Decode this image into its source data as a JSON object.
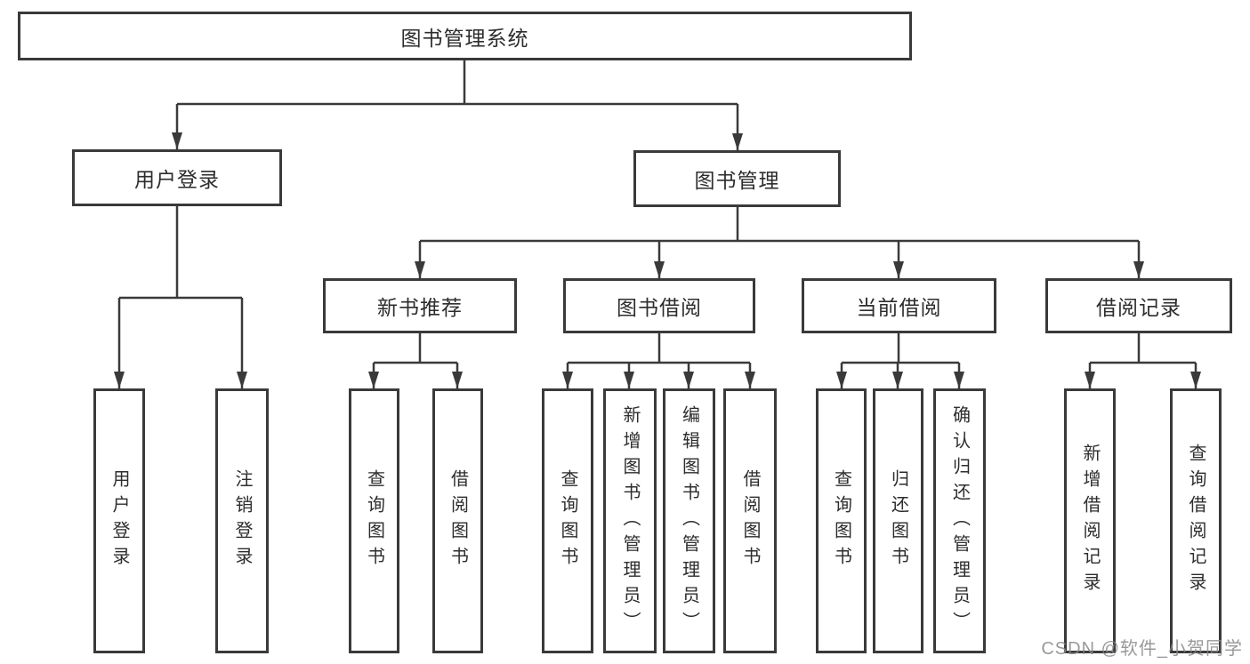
{
  "diagram": {
    "type": "hierarchy-tree",
    "watermark": "CSDN @软件_小贺同学",
    "colors": {
      "line": "#3a3a3a",
      "box_border": "#3a3a3a",
      "box_fill": "#ffffff",
      "text": "#2d2d2d",
      "watermark": "#878787",
      "background": "#ffffff"
    },
    "tree": {
      "label": "图书管理系统",
      "children": [
        {
          "label": "用户登录",
          "children": [
            {
              "label": "用户登录"
            },
            {
              "label": "注销登录"
            }
          ]
        },
        {
          "label": "图书管理",
          "children": [
            {
              "label": "新书推荐",
              "children": [
                {
                  "label": "查询图书"
                },
                {
                  "label": "借阅图书"
                }
              ]
            },
            {
              "label": "图书借阅",
              "children": [
                {
                  "label": "查询图书"
                },
                {
                  "label": "新增图书（管理员）"
                },
                {
                  "label": "编辑图书（管理员）"
                },
                {
                  "label": "借阅图书"
                }
              ]
            },
            {
              "label": "当前借阅",
              "children": [
                {
                  "label": "查询图书"
                },
                {
                  "label": "归还图书"
                },
                {
                  "label": "确认归还（管理员）"
                }
              ]
            },
            {
              "label": "借阅记录",
              "children": [
                {
                  "label": "新增借阅记录"
                },
                {
                  "label": "查询借阅记录"
                }
              ]
            }
          ]
        }
      ]
    }
  }
}
